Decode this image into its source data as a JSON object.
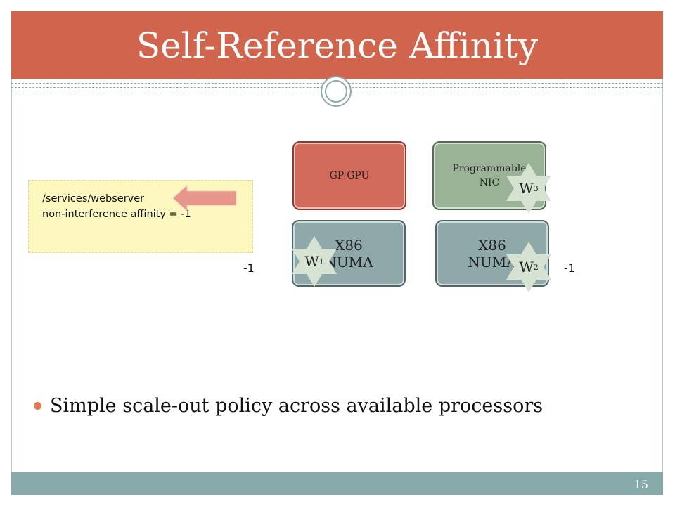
{
  "slide": {
    "title": "Self-Reference Affinity",
    "page_number": "15"
  },
  "note": {
    "path": "/services/webserver",
    "rule": "non-interference affinity = -1"
  },
  "processors": {
    "gpgpu": "GP-GPU",
    "nic_line1": "Programmable",
    "nic_line2": "NIC",
    "x86_left_line1": "X86",
    "x86_left_line2": "NUMA",
    "x86_right_line1": "X86",
    "x86_right_line2": "NUMA"
  },
  "affinities": {
    "left": "-1",
    "right": "-1"
  },
  "workers": [
    {
      "base": "W",
      "index": "1"
    },
    {
      "base": "W",
      "index": "2"
    },
    {
      "base": "W",
      "index": "3"
    }
  ],
  "bullets": [
    "Simple scale-out policy across available processors"
  ],
  "colors": {
    "title_bar": "#d0644c",
    "footer_bar": "#86a9aa",
    "gpgpu": "#d26b5c",
    "nic": "#9ab396",
    "x86": "#8fa9ab",
    "worker_star": "#d6e3d3",
    "note_bg": "#fdf8c0",
    "arrow": "#e8958c",
    "bullet": "#e07a54"
  }
}
